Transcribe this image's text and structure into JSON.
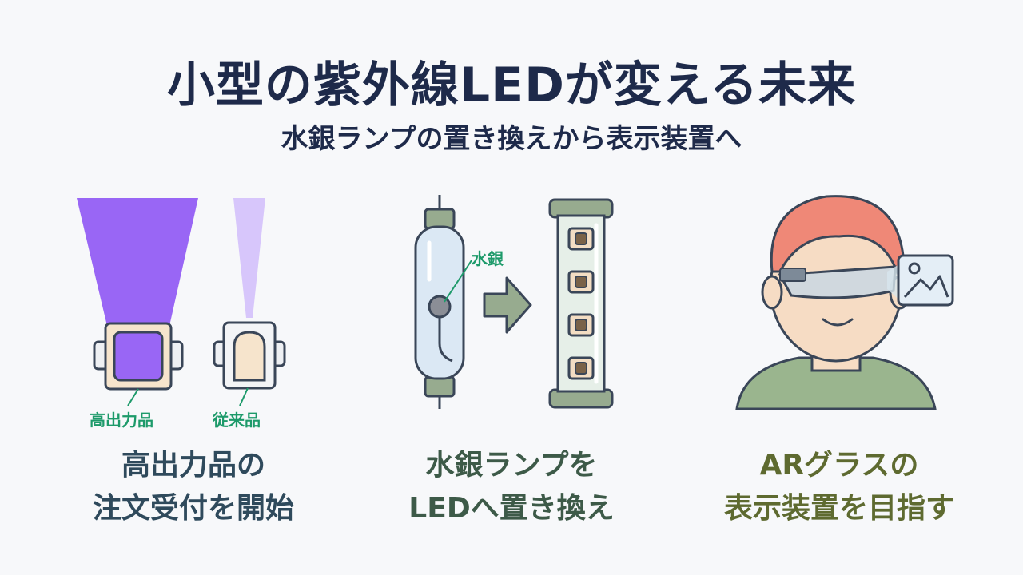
{
  "header": {
    "title": "小型の紫外線LEDが変える未来",
    "subtitle": "水銀ランプの置き換えから表示装置へ"
  },
  "panel_led": {
    "label_high": "高出力品",
    "label_conventional": "従来品",
    "caption_line1": "高出力品の",
    "caption_line2": "注文受付を開始"
  },
  "panel_lamp": {
    "label_mercury": "水銀",
    "caption_line1": "水銀ランプを",
    "caption_line2": "LEDへ置き換え"
  },
  "panel_ar": {
    "caption_line1": "ARグラスの",
    "caption_line2": "表示装置を目指す"
  },
  "colors": {
    "uv_purple": "#9966f5",
    "uv_light": "#d7c6fb",
    "navy": "#1e2a4a",
    "green_label": "#1d9a6a",
    "hair": "#ef8877",
    "shirt": "#9ab58e"
  }
}
